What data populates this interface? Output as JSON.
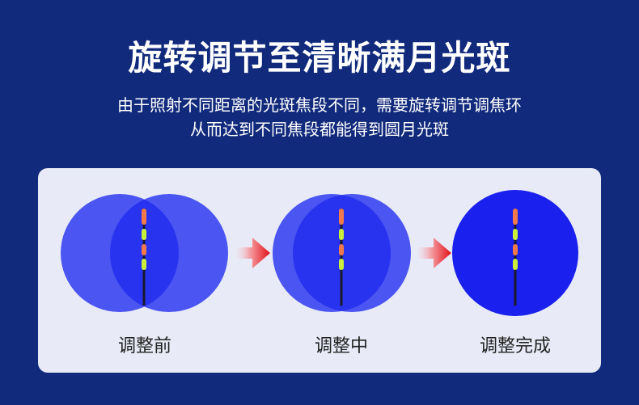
{
  "title": "旋转调节至清晰满月光斑",
  "subtitle_line1": "由于照射不同距离的光斑焦段不同，需要旋转调节调焦环",
  "subtitle_line2": "从而达到不同焦段都能得到圆月光斑",
  "stages": [
    {
      "label": "调整前",
      "icon": "overlapping-light-circles"
    },
    {
      "label": "调整中",
      "icon": "partially-aligned-light-circles"
    },
    {
      "label": "调整完成",
      "icon": "single-full-moon-light-circle"
    }
  ],
  "arrow_icon": "red-right-arrow",
  "colors": {
    "background": "#112a7c",
    "panel": "#e8ebf7",
    "light_blue": "#1f2af0",
    "arrow_red": "#e3101a",
    "float_orange": "#f07a4a",
    "float_green": "#c8f03a"
  }
}
